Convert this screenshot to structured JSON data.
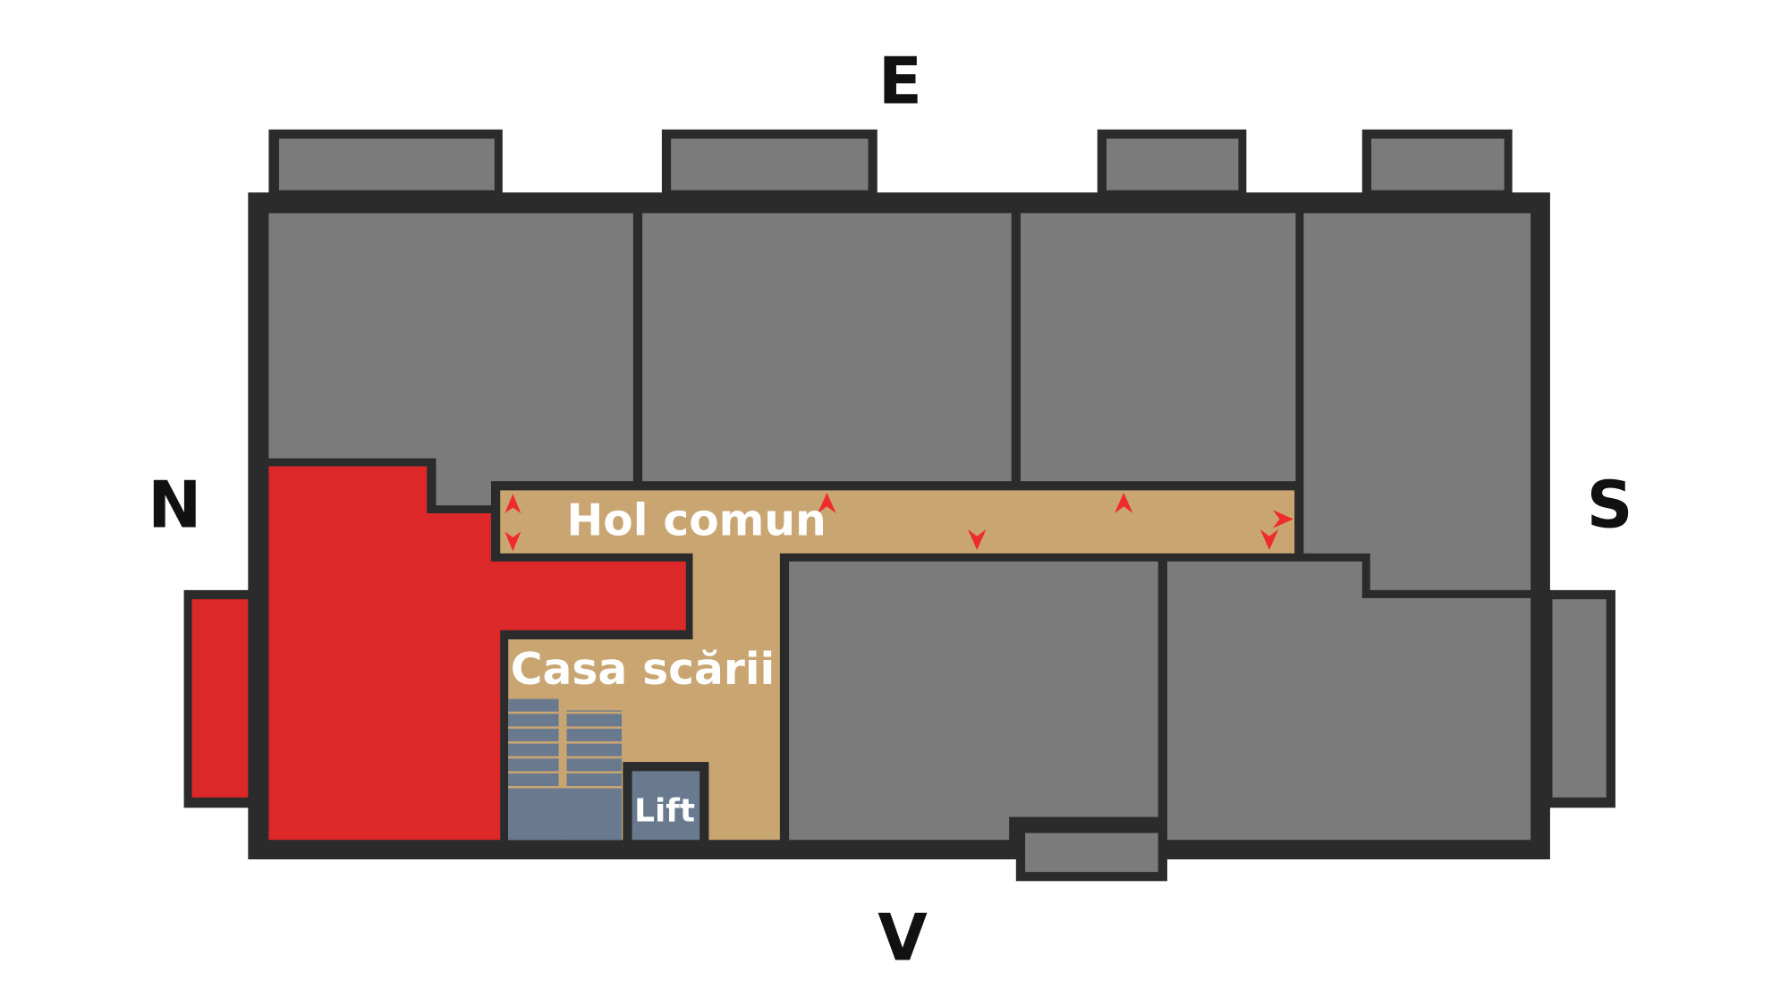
{
  "compass": {
    "east": "E",
    "north": "N",
    "south": "S",
    "west": "V"
  },
  "labels": {
    "hall": "Hol comun",
    "stairwell": "Casa scării",
    "lift": "Lift"
  },
  "colors": {
    "wall": "#2b2b2b",
    "room": "#7b7b7c",
    "highlight": "#dc2828",
    "common_area": "#c9a572",
    "stairs": "#6a7a8e"
  }
}
